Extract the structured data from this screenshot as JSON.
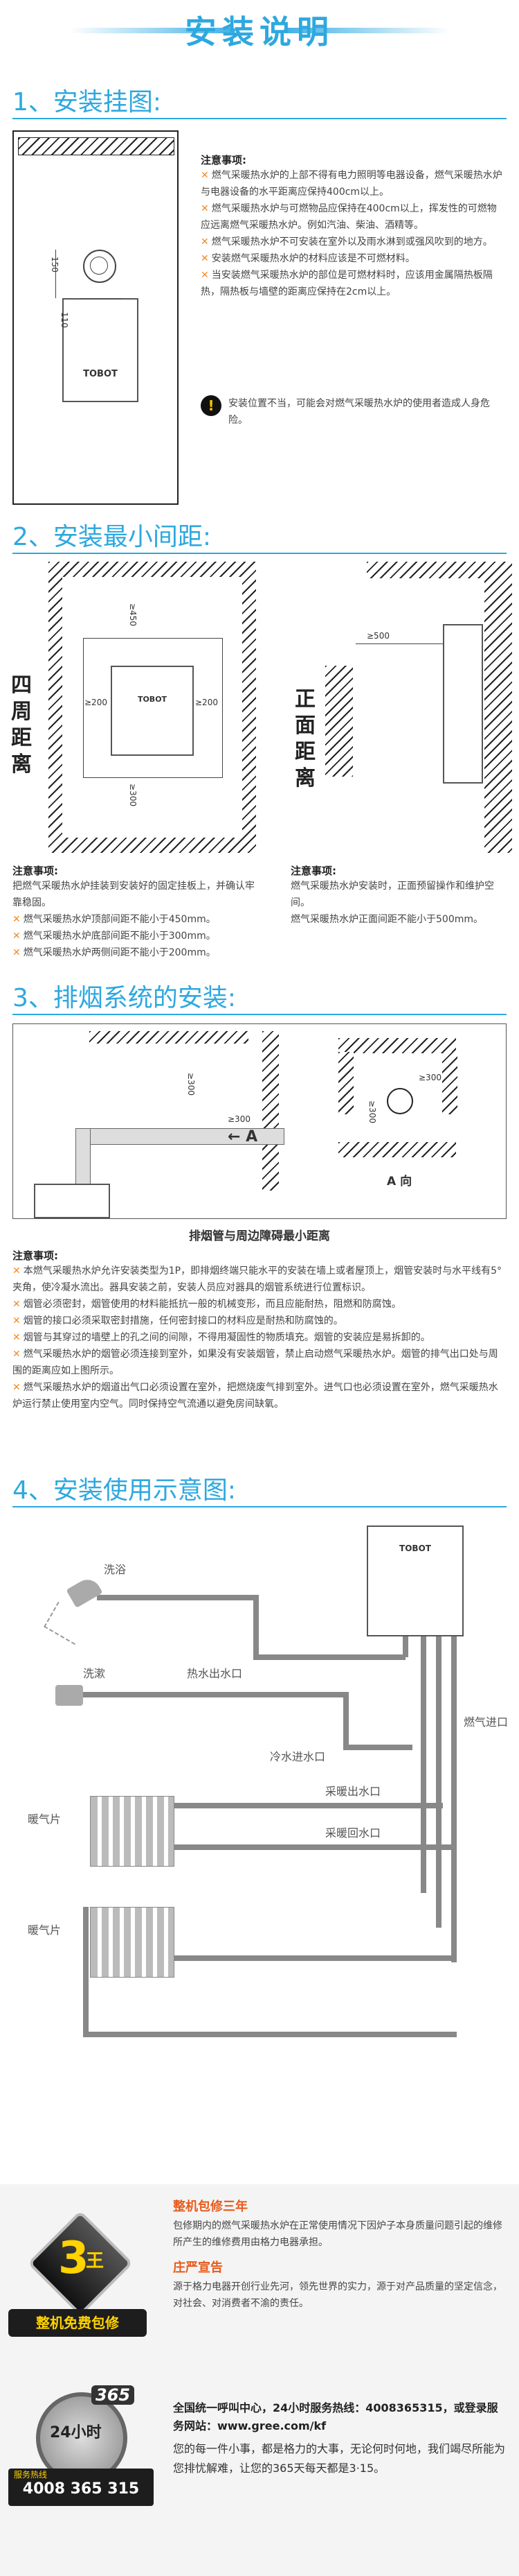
{
  "header": {
    "title": "安装说明"
  },
  "sections": [
    {
      "title": "1、安装挂图:"
    },
    {
      "title": "2、安装最小间距:"
    },
    {
      "title": "3、排烟系统的安装:"
    },
    {
      "title": "4、安装使用示意图:"
    }
  ],
  "s1": {
    "brand": "TOBOT",
    "dim_150": "150",
    "dim_110": "110",
    "notes_title": "注意事项:",
    "notes": [
      "燃气采暖热水炉的上部不得有电力照明等电器设备，燃气采暖热水炉与电器设备的水平距离应保持400cm以上。",
      "燃气采暖热水炉与可燃物品应保持在400cm以上，挥发性的可燃物应远离燃气采暖热水炉。例如汽油、柴油、酒精等。",
      "燃气采暖热水炉不可安装在室外以及雨水淋到或强风吹到的地方。",
      "安装燃气采暖热水炉的材料应该是不可燃材料。",
      "当安装燃气采暖热水炉的部位是可燃材料时，应该用金属隔热板隔热，隔热板与墙壁的距离应保持在2cm以上。"
    ],
    "warning": "安装位置不当，可能会对燃气采暖热水炉的使用者造成人身危险。"
  },
  "s2": {
    "left_label": "四周距离",
    "front_label": "正面距离",
    "brand": "TOBOT",
    "dims": {
      "top": "≥450",
      "left": "≥200",
      "right": "≥200",
      "bottom": "≥300",
      "front": "≥500"
    },
    "notes_left_title": "注意事项:",
    "notes_left": [
      "把燃气采暖热水炉挂装到安装好的固定挂板上，并确认牢靠稳固。",
      "燃气采暖热水炉顶部间距不能小于450mm。",
      "燃气采暖热水炉底部间距不能小于300mm。",
      "燃气采暖热水炉两侧间距不能小于200mm。"
    ],
    "notes_right_title": "注意事项:",
    "notes_right": [
      "燃气采暖热水炉安装时，正面预留操作和维护空间。",
      "燃气采暖热水炉正面间距不能小于500mm。"
    ]
  },
  "s3": {
    "dims": {
      "d1": "≥300",
      "d2": "≥300",
      "d3": "≥300",
      "d4": "≥300"
    },
    "arrow_a": "A",
    "a_view": "A 向",
    "caption": "排烟管与周边障碍最小距离",
    "notes_title": "注意事项:",
    "notes": [
      "本燃气采暖热水炉允许安装类型为1P，即排烟终端只能水平的安装在墙上或者屋顶上，烟管安装时与水平线有5°夹角，使冷凝水流出。器具安装之前，安装人员应对器具的烟管系统进行位置标识。",
      "烟管必须密封，烟管使用的材料能抵抗一般的机械变形，而且应能耐热，阻燃和防腐蚀。",
      "烟管的接口必须采取密封措施，任何密封接口的材料应是耐热和防腐蚀的。",
      "烟管与其穿过的墙壁上的孔之间的间隙，不得用凝固性的物质填充。烟管的安装应是易拆卸的。",
      "燃气采暖热水炉的烟管必须连接到室外，如果没有安装烟管，禁止启动燃气采暖热水炉。烟管的排气出口处与周围的距离应如上图所示。",
      "燃气采暖热水炉的烟道出气口必须设置在室外，把燃烧废气排到室外。进气口也必须设置在室外，燃气采暖热水炉运行禁止使用室内空气。同时保持空气流通以避免房间缺氧。"
    ]
  },
  "s4": {
    "brand": "TOBOT",
    "labels": {
      "shower": "洗浴",
      "wash": "洗漱",
      "hot_out": "热水出水口",
      "cold_in": "冷水进水口",
      "gas_in": "燃气进口",
      "heat_out": "采暖出水口",
      "heat_back": "采暖回水口",
      "radiator1": "暖气片",
      "radiator2": "暖气片"
    }
  },
  "service": {
    "warranty_title": "整机包修三年",
    "warranty_text": "包修期内的燃气采暖热水炉在正常使用情况下因炉子本身质量问题引起的维修所产生的维修费用由格力电器承担。",
    "promise_title": "庄严宣告",
    "promise_text": "源于格力电器开创行业先河，领先世界的实力，源于对产品质量的坚定信念，对社会、对消费者不渝的责任。",
    "badge_big": "3",
    "badge_char": "王",
    "badge_line": "整机免费包修",
    "clock_365": "365",
    "clock_24": "24小时",
    "hotline_small": "服务热线",
    "hotline_number": "4008 365 315",
    "contact_text": "全国统一呼叫中心，24小时服务热线：4008365315，或登录服务网站：www.gree.com/kf",
    "closing_text": "您的每一件小事，都是格力的大事，无论何时何地，我们竭尽所能为您排忧解难，让您的365天每天都是3·15。"
  }
}
